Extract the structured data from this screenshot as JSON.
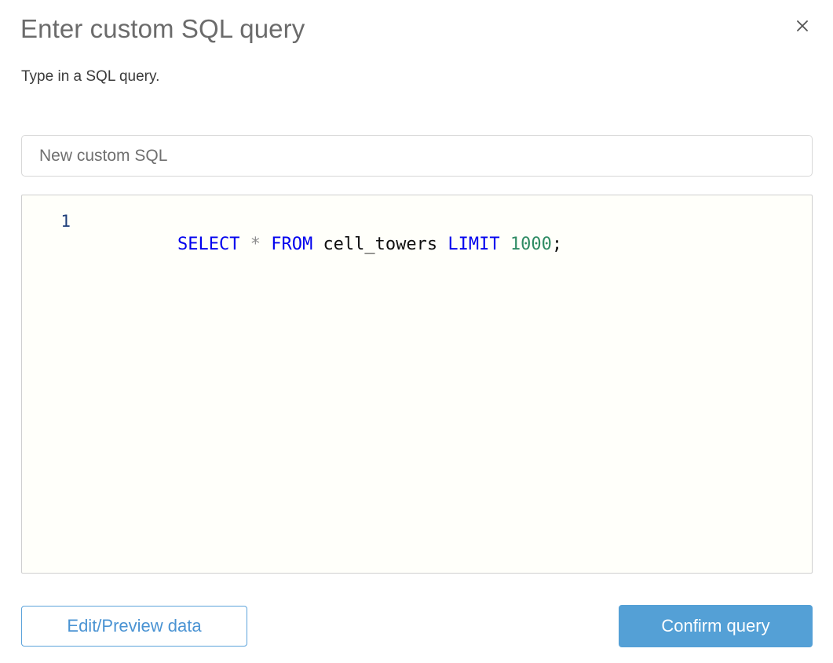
{
  "dialog": {
    "title": "Enter custom SQL query",
    "subtitle": "Type in a SQL query.",
    "close_icon": "close-icon"
  },
  "name_field": {
    "value": "New custom SQL",
    "placeholder": "New custom SQL"
  },
  "editor": {
    "line_numbers": [
      "1"
    ],
    "query_text": "SELECT * FROM cell_towers LIMIT 1000;",
    "tokens": [
      {
        "text": "SELECT",
        "type": "keyword"
      },
      {
        "text": " ",
        "type": "plain"
      },
      {
        "text": "*",
        "type": "operator"
      },
      {
        "text": " ",
        "type": "plain"
      },
      {
        "text": "FROM",
        "type": "keyword"
      },
      {
        "text": " ",
        "type": "plain"
      },
      {
        "text": "cell_towers",
        "type": "identifier"
      },
      {
        "text": " ",
        "type": "plain"
      },
      {
        "text": "LIMIT",
        "type": "keyword"
      },
      {
        "text": " ",
        "type": "plain"
      },
      {
        "text": "1000",
        "type": "number"
      },
      {
        "text": ";",
        "type": "punctuation"
      }
    ]
  },
  "footer": {
    "secondary_label": "Edit/Preview data",
    "primary_label": "Confirm query"
  },
  "colors": {
    "accent": "#54a0d6",
    "accent_outline": "#5ca3db",
    "keyword": "#0000ee",
    "number": "#2e8b63",
    "operator": "#8f8f8f",
    "line_number": "#1f3f7a",
    "title": "#6b6b6b",
    "subtitle": "#3b3b3b",
    "editor_bg": "#fffffa",
    "border": "#cfcfcf"
  }
}
